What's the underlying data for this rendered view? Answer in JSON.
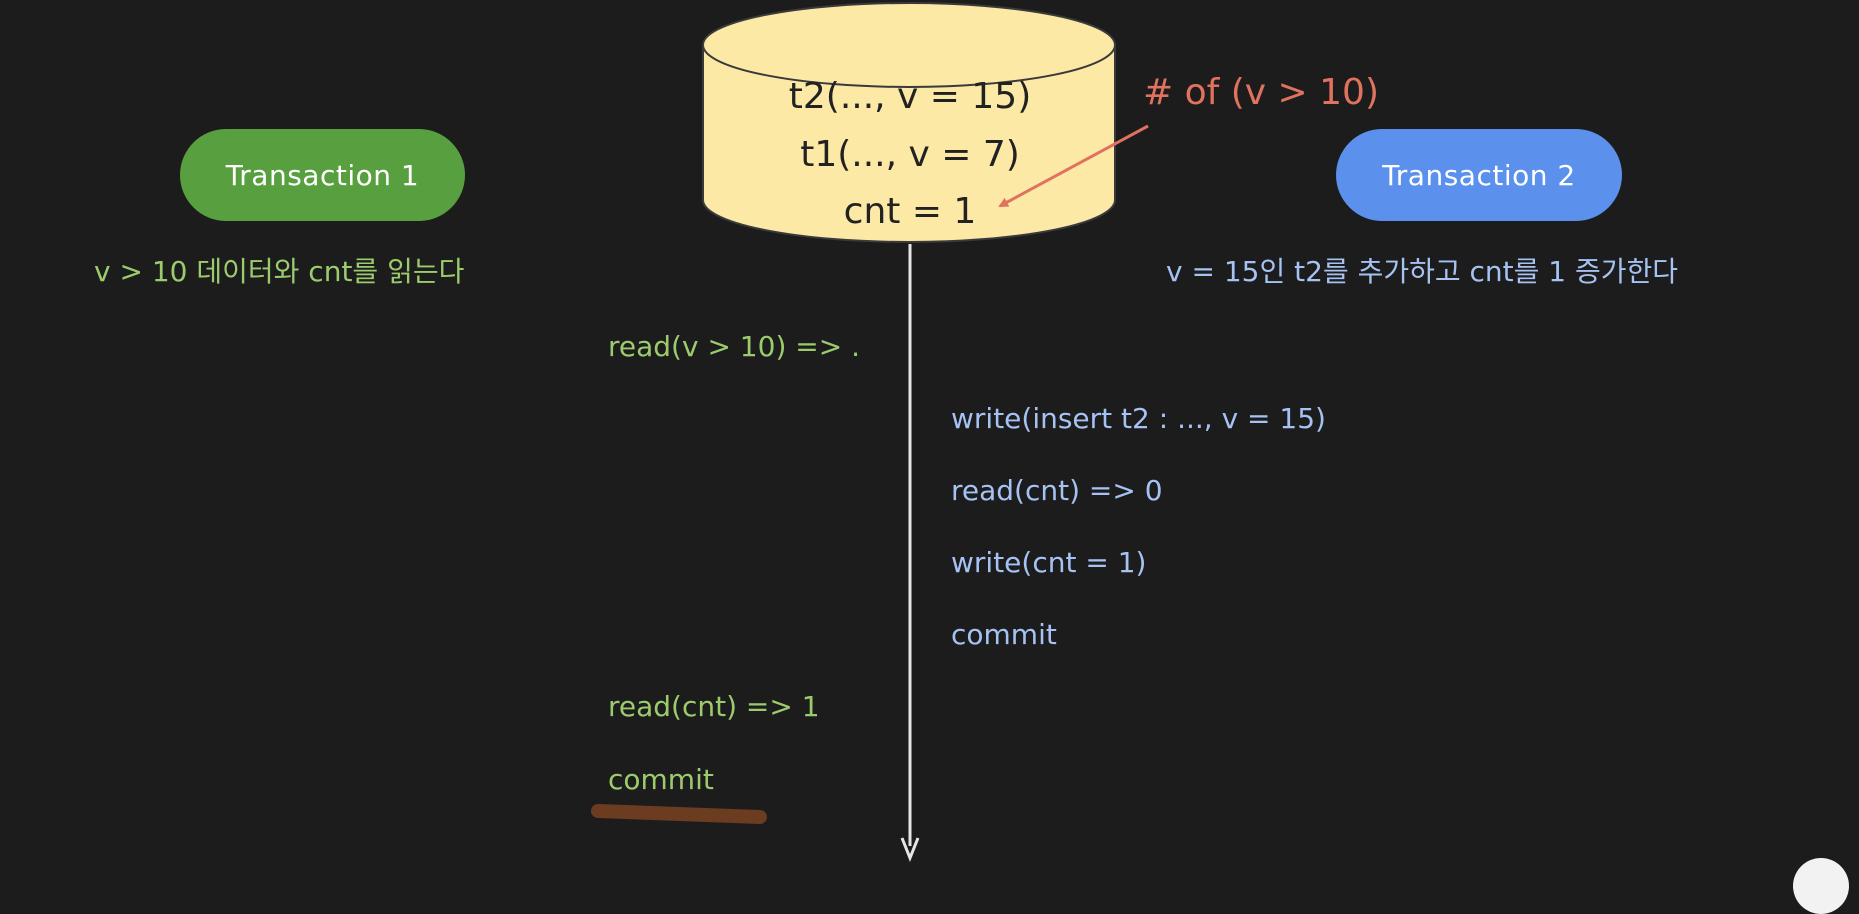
{
  "transaction1": {
    "label": "Transaction 1",
    "description": "v > 10 데이터와 cnt를 읽는다",
    "color": "#58a03f",
    "steps": [
      "read(v > 10) => .",
      "read(cnt) => 1",
      "commit"
    ]
  },
  "transaction2": {
    "label": "Transaction 2",
    "description": "v = 15인 t2를 추가하고 cnt를 1 증가한다",
    "color": "#5b91ec",
    "steps": [
      "write(insert t2 : ..., v = 15)",
      "read(cnt) => 0",
      "write(cnt = 1)",
      "commit"
    ]
  },
  "database": {
    "rows": [
      "t2(..., v = 15)",
      "t1(..., v = 7)",
      "cnt = 1"
    ],
    "fill_color": "#fde9a6"
  },
  "annotation": {
    "text": "# of (v > 10)",
    "color": "#e0725f"
  }
}
